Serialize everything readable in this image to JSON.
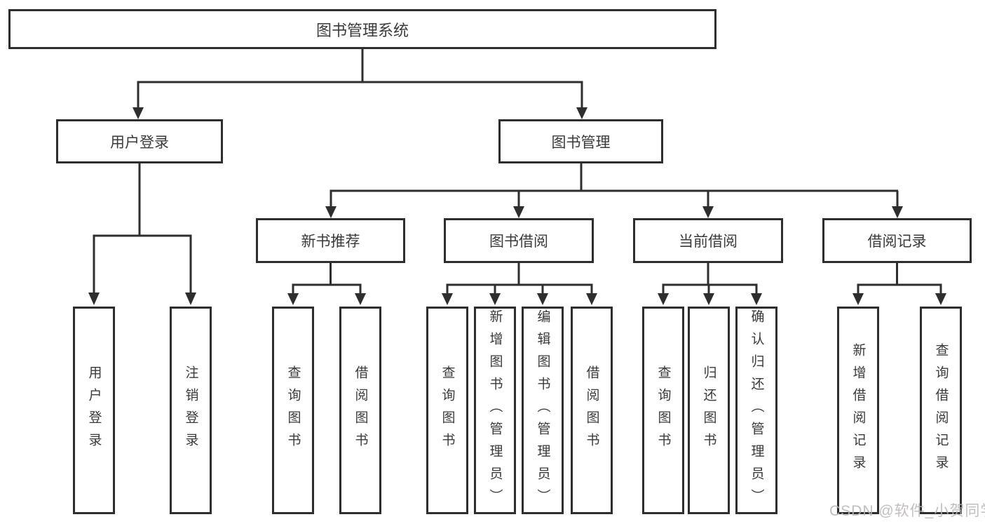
{
  "tree": {
    "label": "图书管理系统",
    "children": [
      {
        "label": "用户登录",
        "children": [
          {
            "label": "用户登录"
          },
          {
            "label": "注销登录"
          }
        ]
      },
      {
        "label": "图书管理",
        "children": [
          {
            "label": "新书推荐",
            "children": [
              {
                "label": "查询图书"
              },
              {
                "label": "借阅图书"
              }
            ]
          },
          {
            "label": "图书借阅",
            "children": [
              {
                "label": "查询图书"
              },
              {
                "label": "新增图书（管理员）"
              },
              {
                "label": "编辑图书（管理员）"
              },
              {
                "label": "借阅图书"
              }
            ]
          },
          {
            "label": "当前借阅",
            "children": [
              {
                "label": "查询图书"
              },
              {
                "label": "归还图书"
              },
              {
                "label": "确认归还（管理员）"
              }
            ]
          },
          {
            "label": "借阅记录",
            "children": [
              {
                "label": "新增借阅记录"
              },
              {
                "label": "查询借阅记录"
              }
            ]
          }
        ]
      }
    ]
  },
  "watermark": {
    "text": "CSDN @软件_小贺同学",
    "color": "#bab5b5"
  },
  "style": {
    "line_color": "#2e2e2e",
    "text_color": "#3a3a3a",
    "box_background": "#ffffff",
    "page_background": "#ffffff"
  }
}
